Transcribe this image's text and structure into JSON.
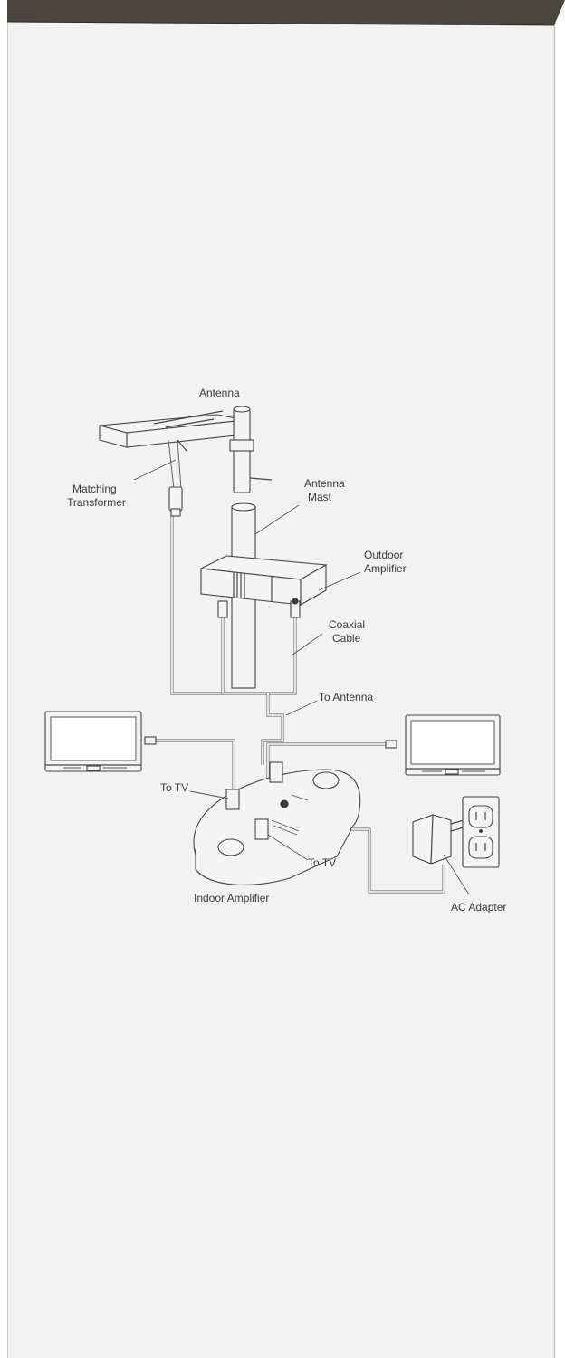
{
  "colors": {
    "top_band": "#4a463f",
    "box_face": "#f2f2f2",
    "box_edge": "#c9c9c9",
    "line_art": "#444444"
  },
  "diagram": {
    "labels": {
      "antenna": "Antenna",
      "matching_transformer_1": "Matching",
      "matching_transformer_2": "Transformer",
      "antenna_mast_1": "Antenna",
      "antenna_mast_2": "Mast",
      "outdoor_amplifier_1": "Outdoor",
      "outdoor_amplifier_2": "Amplifier",
      "coaxial_cable_1": "Coaxial",
      "coaxial_cable_2": "Cable",
      "to_antenna": "To Antenna",
      "to_tv_left": "To TV",
      "to_tv_right": "To TV",
      "indoor_amplifier": "Indoor Amplifier",
      "ac_adapter": "AC Adapter"
    }
  }
}
